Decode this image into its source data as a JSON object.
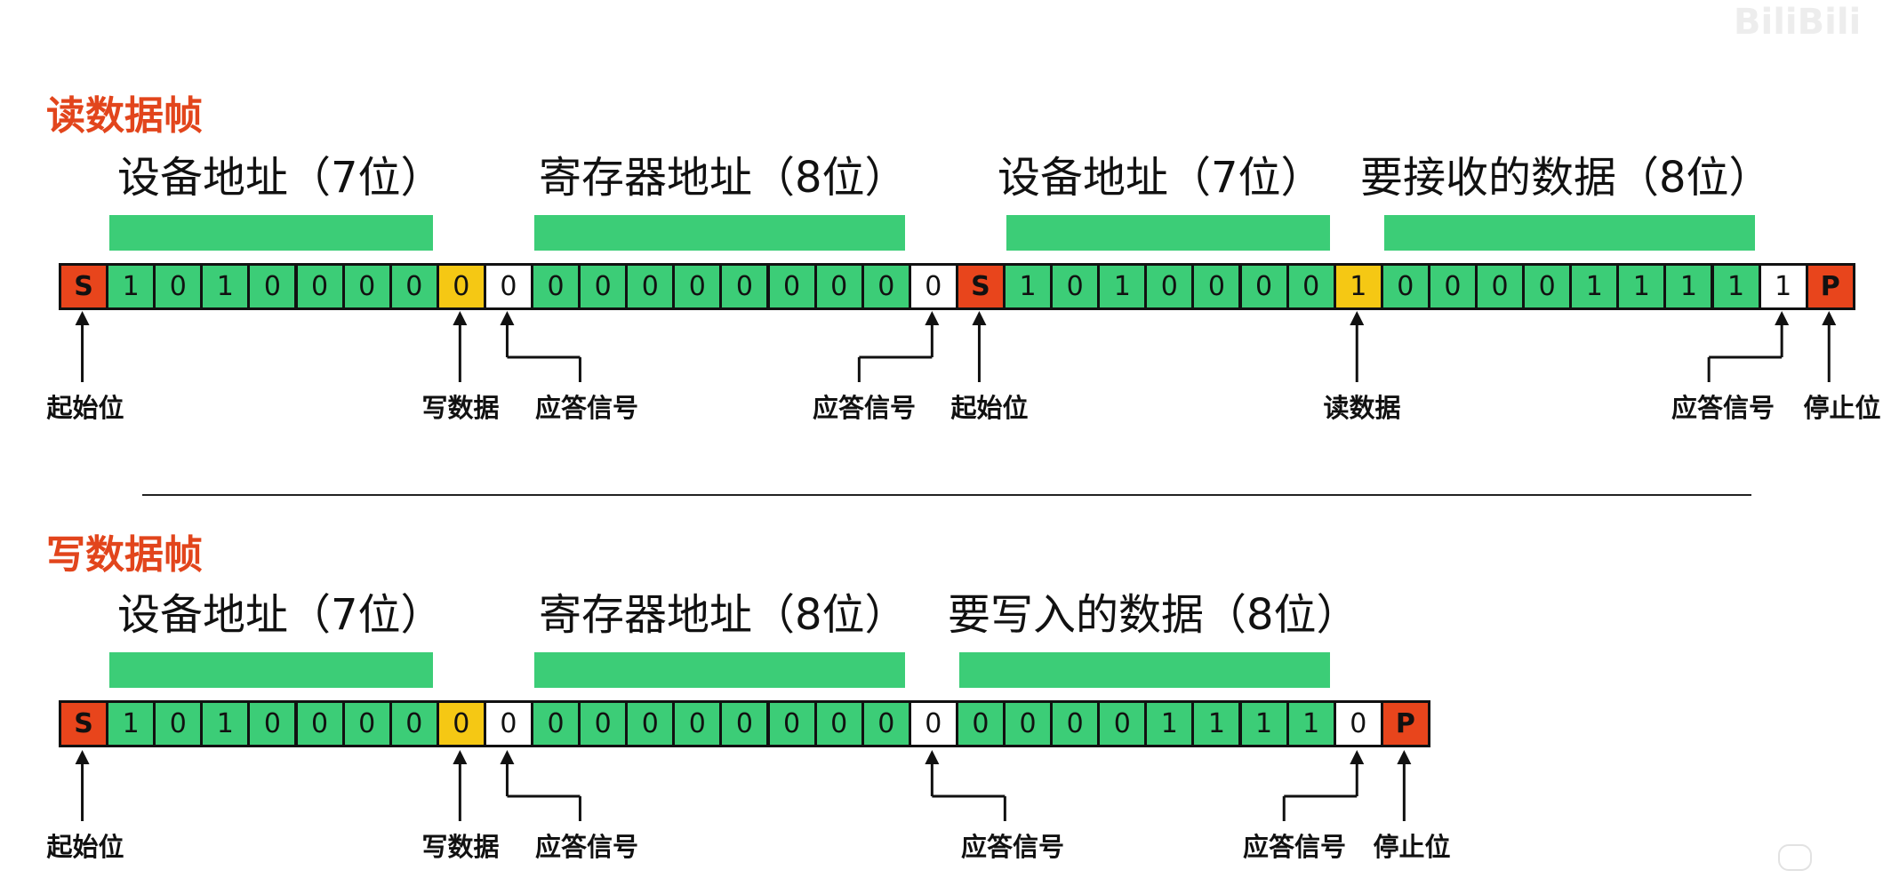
{
  "watermark": "BiliBili",
  "colors": {
    "start_stop": "#e8451c",
    "data": "#3ccd77",
    "rw": "#f5c814",
    "ack": "#ffffff",
    "title": "#e2451c",
    "bar": "#3ccd77"
  },
  "frames": [
    {
      "title": "读数据帧",
      "fields": [
        {
          "label": "设备地址（7位）"
        },
        {
          "label": "寄存器地址（8位）"
        },
        {
          "label": "设备地址（7位）"
        },
        {
          "label": "要接收的数据（8位）"
        }
      ],
      "bits": [
        {
          "v": "S",
          "t": "start_stop"
        },
        {
          "v": "1",
          "t": "data"
        },
        {
          "v": "0",
          "t": "data"
        },
        {
          "v": "1",
          "t": "data"
        },
        {
          "v": "0",
          "t": "data"
        },
        {
          "v": "0",
          "t": "data"
        },
        {
          "v": "0",
          "t": "data"
        },
        {
          "v": "0",
          "t": "data"
        },
        {
          "v": "0",
          "t": "rw"
        },
        {
          "v": "0",
          "t": "ack"
        },
        {
          "v": "0",
          "t": "data"
        },
        {
          "v": "0",
          "t": "data"
        },
        {
          "v": "0",
          "t": "data"
        },
        {
          "v": "0",
          "t": "data"
        },
        {
          "v": "0",
          "t": "data"
        },
        {
          "v": "0",
          "t": "data"
        },
        {
          "v": "0",
          "t": "data"
        },
        {
          "v": "0",
          "t": "data"
        },
        {
          "v": "0",
          "t": "ack"
        },
        {
          "v": "S",
          "t": "start_stop"
        },
        {
          "v": "1",
          "t": "data"
        },
        {
          "v": "0",
          "t": "data"
        },
        {
          "v": "1",
          "t": "data"
        },
        {
          "v": "0",
          "t": "data"
        },
        {
          "v": "0",
          "t": "data"
        },
        {
          "v": "0",
          "t": "data"
        },
        {
          "v": "0",
          "t": "data"
        },
        {
          "v": "1",
          "t": "rw"
        },
        {
          "v": "0",
          "t": "data"
        },
        {
          "v": "0",
          "t": "data"
        },
        {
          "v": "0",
          "t": "data"
        },
        {
          "v": "0",
          "t": "data"
        },
        {
          "v": "1",
          "t": "data"
        },
        {
          "v": "1",
          "t": "data"
        },
        {
          "v": "1",
          "t": "data"
        },
        {
          "v": "1",
          "t": "data"
        },
        {
          "v": "1",
          "t": "ack"
        },
        {
          "v": "P",
          "t": "start_stop"
        }
      ],
      "annotations": [
        {
          "label": "起始位",
          "bit": 0
        },
        {
          "label": "写数据",
          "bit": 8
        },
        {
          "label": "应答信号",
          "bit": 9
        },
        {
          "label": "应答信号",
          "bit": 18
        },
        {
          "label": "起始位",
          "bit": 19
        },
        {
          "label": "读数据",
          "bit": 27
        },
        {
          "label": "应答信号",
          "bit": 36
        },
        {
          "label": "停止位",
          "bit": 37
        }
      ]
    },
    {
      "title": "写数据帧",
      "fields": [
        {
          "label": "设备地址（7位）"
        },
        {
          "label": "寄存器地址（8位）"
        },
        {
          "label": "要写入的数据（8位）"
        }
      ],
      "bits": [
        {
          "v": "S",
          "t": "start_stop"
        },
        {
          "v": "1",
          "t": "data"
        },
        {
          "v": "0",
          "t": "data"
        },
        {
          "v": "1",
          "t": "data"
        },
        {
          "v": "0",
          "t": "data"
        },
        {
          "v": "0",
          "t": "data"
        },
        {
          "v": "0",
          "t": "data"
        },
        {
          "v": "0",
          "t": "data"
        },
        {
          "v": "0",
          "t": "rw"
        },
        {
          "v": "0",
          "t": "ack"
        },
        {
          "v": "0",
          "t": "data"
        },
        {
          "v": "0",
          "t": "data"
        },
        {
          "v": "0",
          "t": "data"
        },
        {
          "v": "0",
          "t": "data"
        },
        {
          "v": "0",
          "t": "data"
        },
        {
          "v": "0",
          "t": "data"
        },
        {
          "v": "0",
          "t": "data"
        },
        {
          "v": "0",
          "t": "data"
        },
        {
          "v": "0",
          "t": "ack"
        },
        {
          "v": "0",
          "t": "data"
        },
        {
          "v": "0",
          "t": "data"
        },
        {
          "v": "0",
          "t": "data"
        },
        {
          "v": "0",
          "t": "data"
        },
        {
          "v": "1",
          "t": "data"
        },
        {
          "v": "1",
          "t": "data"
        },
        {
          "v": "1",
          "t": "data"
        },
        {
          "v": "1",
          "t": "data"
        },
        {
          "v": "0",
          "t": "ack"
        },
        {
          "v": "P",
          "t": "start_stop"
        }
      ],
      "annotations": [
        {
          "label": "起始位",
          "bit": 0
        },
        {
          "label": "写数据",
          "bit": 8
        },
        {
          "label": "应答信号",
          "bit": 9
        },
        {
          "label": "应答信号",
          "bit": 18
        },
        {
          "label": "应答信号",
          "bit": 27
        },
        {
          "label": "停止位",
          "bit": 28
        }
      ]
    }
  ]
}
